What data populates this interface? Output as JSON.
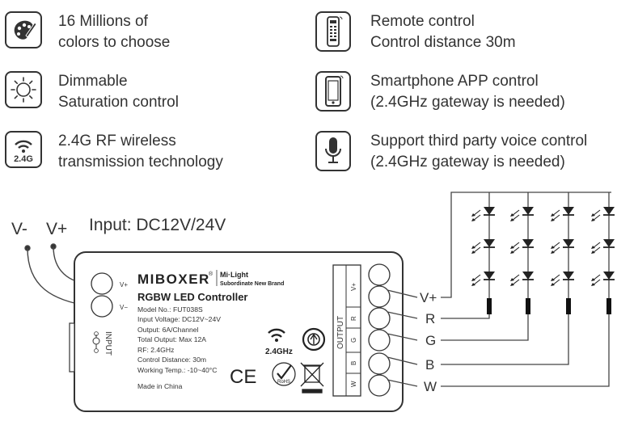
{
  "features": {
    "colors": {
      "line1": "16 Millions of",
      "line2": "colors to choose",
      "icon": "palette-icon"
    },
    "dimmable": {
      "line1": "Dimmable",
      "line2": "Saturation control",
      "icon": "sun-icon"
    },
    "rf": {
      "line1": "2.4G RF wireless",
      "line2": "transmission technology",
      "icon": "wifi-2.4g-icon",
      "badge": "2.4G"
    },
    "remote": {
      "line1": "Remote control",
      "line2": "Control distance 30m",
      "icon": "remote-icon"
    },
    "phone": {
      "line1": "Smartphone APP control",
      "line2": "(2.4GHz gateway is needed)",
      "icon": "smartphone-icon"
    },
    "voice": {
      "line1": "Support third party voice control",
      "line2": "(2.4GHz gateway is needed)",
      "icon": "microphone-icon"
    }
  },
  "wiring": {
    "input_label": "Input: DC12V/24V",
    "v_minus": "V-",
    "v_plus": "V+",
    "outputs": [
      "V+",
      "R",
      "G",
      "B",
      "W"
    ]
  },
  "device": {
    "brand": "MIBOXER",
    "reg": "®",
    "sub_brand_1": "Mi·Light",
    "sub_brand_2": "Subordinate New Brand",
    "product": "RGBW LED Controller",
    "specs": [
      "Model No.: FUT038S",
      "Input Voltage: DC12V~24V",
      "Output: 6A/Channel",
      "Total Output: Max 12A",
      "RF: 2.4GHz",
      "Control Distance: 30m",
      "Working Temp.: -10~40°C"
    ],
    "made_in": "Made in China",
    "input_tag": "INPUT",
    "input_terms": [
      "V+",
      "V−"
    ],
    "output_tag": "OUTPUT",
    "output_terms": [
      "V+",
      "R",
      "G",
      "B",
      "W"
    ],
    "rf_badge": "2.4GHz",
    "ce_mark": "CE",
    "rohs": "RoHS"
  },
  "colors": {
    "ink": "#333333",
    "line": "#444444",
    "led": "#222222"
  }
}
